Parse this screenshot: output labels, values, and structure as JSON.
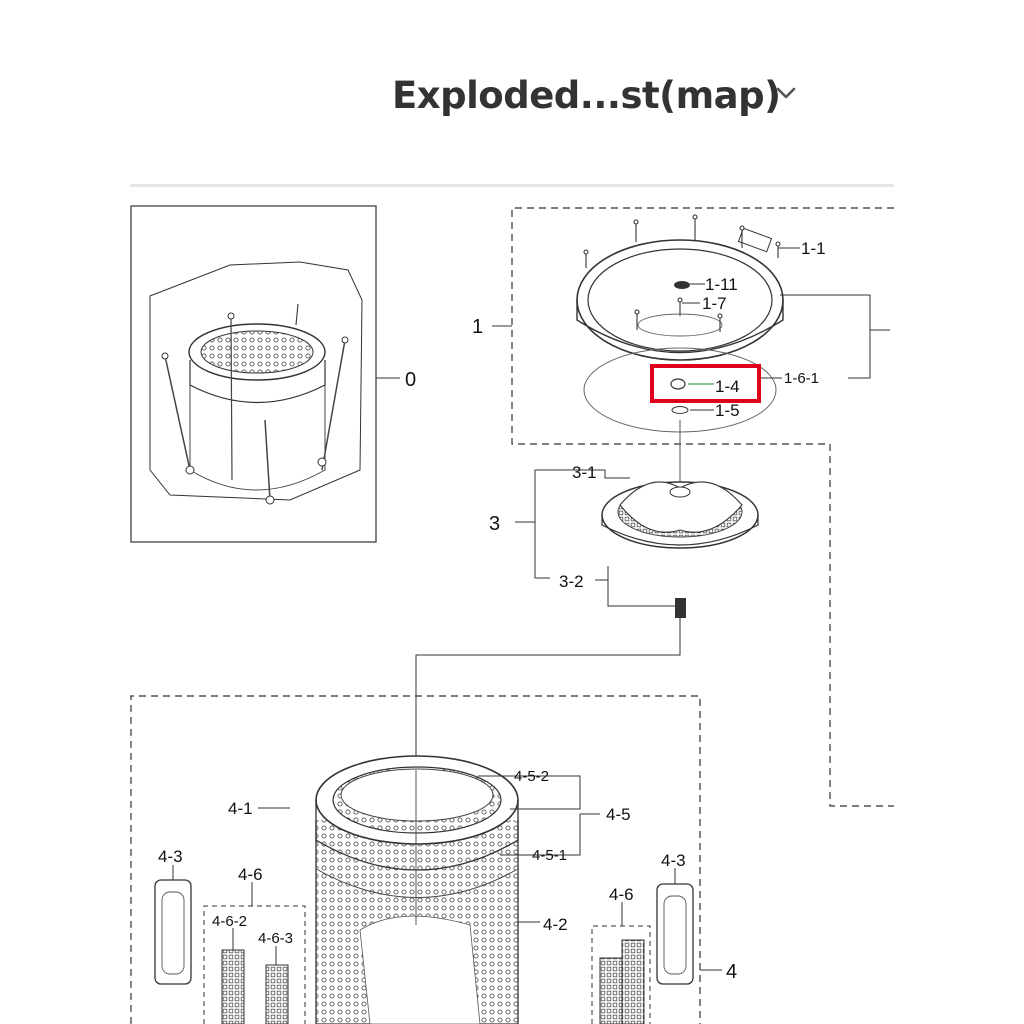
{
  "header": {
    "title": "Exploded...st(map)",
    "dropdown_icon": "chevron-down-icon"
  },
  "highlight_color": "#e0001b",
  "labels": {
    "l0": "0",
    "l1": "1",
    "l1_1": "1-1",
    "l1_11": "1-11",
    "l1_7": "1-7",
    "l1_4": "1-4",
    "l1_5": "1-5",
    "l1_6_1": "1-6-1",
    "l3": "3",
    "l3_1": "3-1",
    "l3_2": "3-2",
    "l4": "4",
    "l4_1": "4-1",
    "l4_2": "4-2",
    "l4_3_left": "4-3",
    "l4_3_right": "4-3",
    "l4_5": "4-5",
    "l4_5_1": "4-5-1",
    "l4_5_2": "4-5-2",
    "l4_6_left": "4-6",
    "l4_6_right": "4-6",
    "l4_6_2": "4-6-2",
    "l4_6_3": "4-6-3"
  }
}
